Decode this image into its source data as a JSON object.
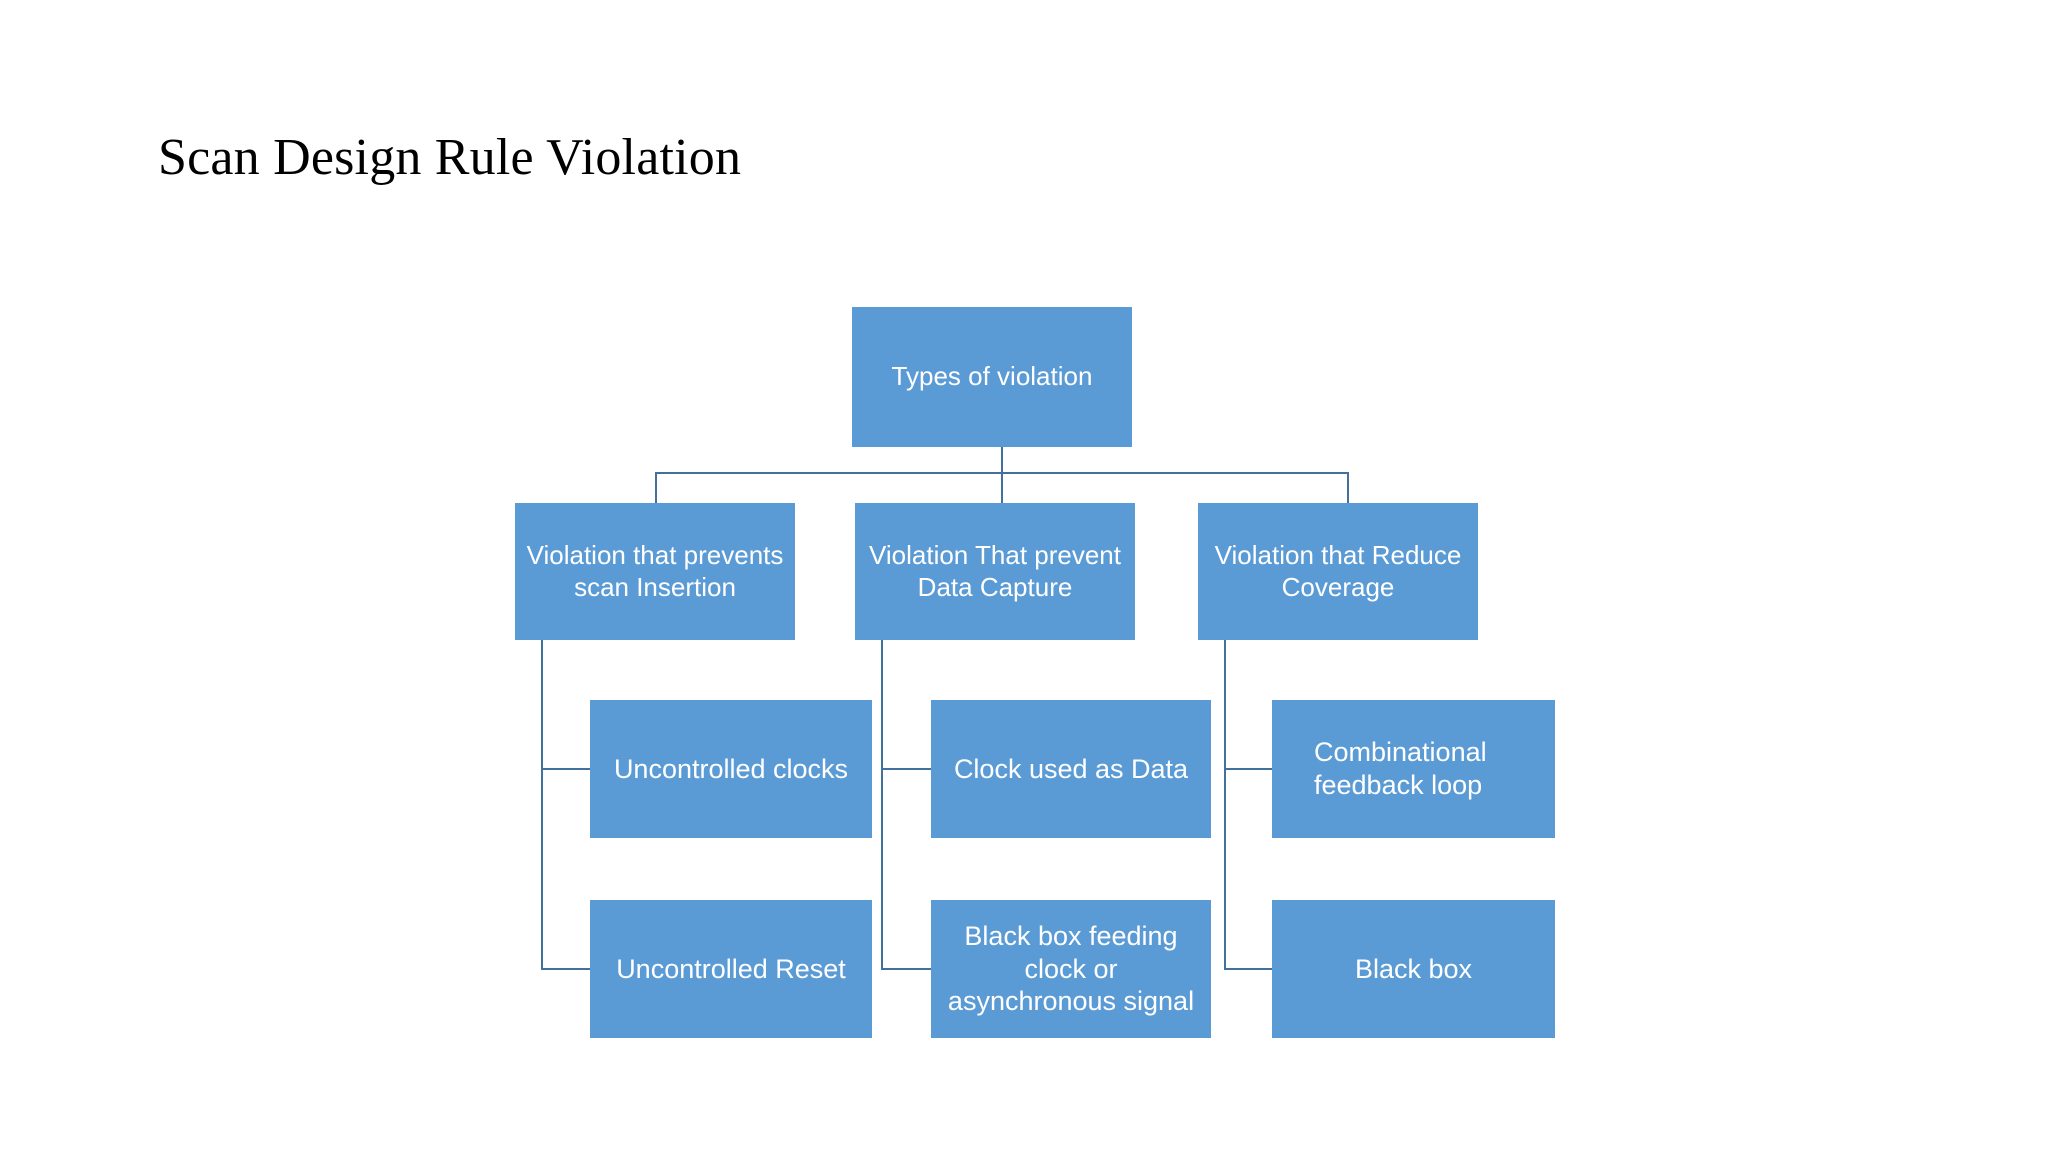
{
  "slide": {
    "title": "Scan Design Rule Violation",
    "background_color": "#FFFFFF",
    "title_color": "#000000"
  },
  "theme": {
    "node_fill": "#5B9BD5",
    "node_text_color": "#FFFFFF",
    "connector_color": "#41719C"
  },
  "diagram": {
    "type": "hierarchy",
    "root": {
      "label": "Types of violation"
    },
    "branches": [
      {
        "label": "Violation that prevents scan Insertion",
        "children": [
          {
            "label": "Uncontrolled clocks"
          },
          {
            "label": "Uncontrolled Reset"
          }
        ]
      },
      {
        "label": "Violation That prevent Data Capture",
        "children": [
          {
            "label": "Clock used as Data"
          },
          {
            "label": "Black box feeding clock or asynchronous signal"
          }
        ]
      },
      {
        "label": "Violation that Reduce Coverage",
        "children": [
          {
            "label": "Combinational feedback loop"
          },
          {
            "label": "Black box"
          }
        ]
      }
    ]
  }
}
